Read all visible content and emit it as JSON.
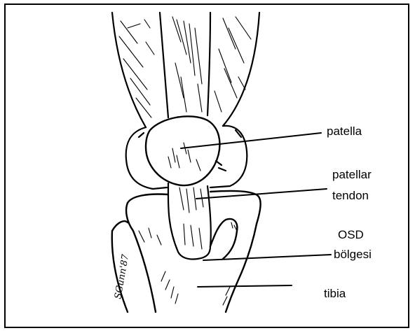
{
  "diagram": {
    "labels": {
      "patella": "patella",
      "patellar_line1": "patellar",
      "patellar_line2": "tendon",
      "osd_line1": "OSD",
      "osd_line2": "bölgesi",
      "tibia": "tibia"
    },
    "signature": "SGunn'87"
  }
}
